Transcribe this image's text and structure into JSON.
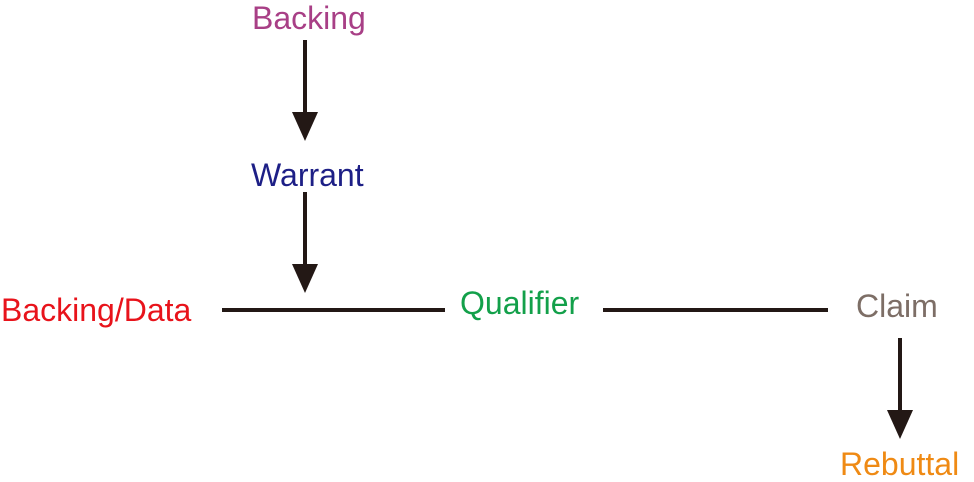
{
  "nodes": {
    "backing": {
      "label": "Backing",
      "color": "#a83f86"
    },
    "warrant": {
      "label": "Warrant",
      "color": "#1d1f86"
    },
    "data": {
      "label": "Backing/Data",
      "color": "#e8131b"
    },
    "qualifier": {
      "label": "Qualifier",
      "color": "#13a04a"
    },
    "claim": {
      "label": "Claim",
      "color": "#7d6e66"
    },
    "rebuttal": {
      "label": "Rebuttal",
      "color": "#ef8a14"
    }
  },
  "edge_color": "#231815"
}
